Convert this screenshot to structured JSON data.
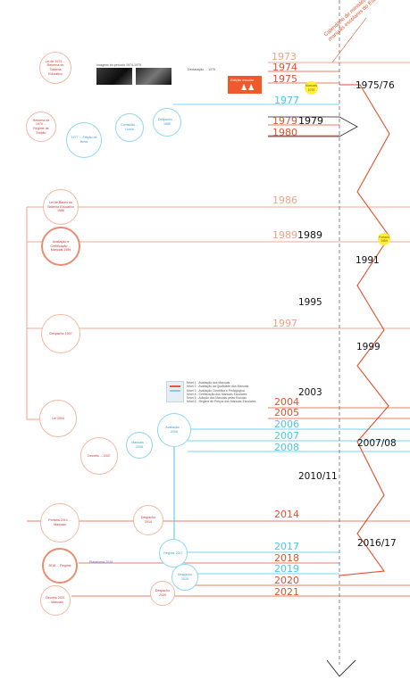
{
  "header": {
    "label": "Calendário de ministérios e edição de manuais escolares do Estado de Veiga"
  },
  "colors": {
    "orange": "#f0876a",
    "orange_dark": "#e2512c",
    "cyan": "#49c6ea",
    "black": "#111111",
    "yellow": "#ffee3a",
    "gray": "#888888"
  },
  "years": [
    {
      "key": "y1973",
      "text": "1973",
      "color": "orange_light"
    },
    {
      "key": "y1974",
      "text": "1974",
      "color": "orange_dark"
    },
    {
      "key": "y1975",
      "text": "1975",
      "color": "orange_dark"
    },
    {
      "key": "y1977",
      "text": "1977",
      "color": "cyan"
    },
    {
      "key": "y1979",
      "text": "1979",
      "color": "orange_dark"
    },
    {
      "key": "y1979b",
      "text": "1979",
      "color": "black"
    },
    {
      "key": "y1980",
      "text": "1980",
      "color": "orange_dark"
    },
    {
      "key": "y1986",
      "text": "1986",
      "color": "orange_light"
    },
    {
      "key": "y1989",
      "text": "1989",
      "color": "orange_light"
    },
    {
      "key": "y1989b",
      "text": "1989",
      "color": "black"
    },
    {
      "key": "y1997",
      "text": "1997",
      "color": "orange_light"
    },
    {
      "key": "y2004",
      "text": "2004",
      "color": "orange_dark"
    },
    {
      "key": "y2005",
      "text": "2005",
      "color": "orange_dark"
    },
    {
      "key": "y2006",
      "text": "2006",
      "color": "cyan"
    },
    {
      "key": "y2007",
      "text": "2007",
      "color": "cyan"
    },
    {
      "key": "y2008",
      "text": "2008",
      "color": "cyan"
    },
    {
      "key": "y2014",
      "text": "2014",
      "color": "orange_dark"
    },
    {
      "key": "y2017",
      "text": "2017",
      "color": "cyan"
    },
    {
      "key": "y2018",
      "text": "2018",
      "color": "orange_dark"
    },
    {
      "key": "y2019",
      "text": "2019",
      "color": "cyan"
    },
    {
      "key": "y2020",
      "text": "2020",
      "color": "orange_dark"
    },
    {
      "key": "y2021",
      "text": "2021",
      "color": "orange_dark"
    }
  ],
  "ministry_blocks": [
    {
      "key": "b1975_76",
      "text": "1975/76"
    },
    {
      "key": "b1991",
      "text": "1991"
    },
    {
      "key": "b1995",
      "text": "1995"
    },
    {
      "key": "b1999",
      "text": "1999"
    },
    {
      "key": "b2003",
      "text": "2003"
    },
    {
      "key": "b2007_08",
      "text": "2007/08"
    },
    {
      "key": "b2010_11",
      "text": "2010/11"
    },
    {
      "key": "b2016_17",
      "text": "2016/17"
    }
  ],
  "nodes": {
    "n1973": "Lei de 1973 ... Reforma do Sistema Educativo",
    "n1979": "Reforma de 1979 ... Regime de Edição",
    "n1977": "1977 ... Edição de livros",
    "n1980a": "Comissão ... Livros",
    "n1980b": "Despacho ... 1980",
    "n1986": "Lei de Bases do Sistema Educativo 1986",
    "n1989": "Avaliação e Certificação ... Manuais 1989",
    "n1997": "Despacho 1997",
    "n2004": "Lei 2004",
    "n2006": "Avaliação ... 2006",
    "n2007": "Decreto ... 2007",
    "n2008": "Manuais ... 2008",
    "n2014": "Portaria 2014 ... Manuais",
    "n2015": "Despacho 2014",
    "n2017": "Regime 2017",
    "n2017b": "Plataforma 2018",
    "n2019": "Despacho 2019",
    "n2020": "Despacho 2020",
    "n2021": "Decreto 2021 ... Manuais",
    "n2018": "2018 ... Regime"
  },
  "yellow_notes": {
    "a": "Manuais 1976",
    "b": "Portaria 1989"
  },
  "list_items": [
    "Nível 1 - Avaliação dos Manuais",
    "Nível 2 - Avaliação da Qualidade dos Manuais",
    "Nível 3 - Avaliação Científica e Pedagógica",
    "Nível 4 - Certificação dos Manuais Escolares",
    "Nível 5 - Adoção dos Manuais pelas Escolas",
    "Nível 6 - Regime de Preços dos Manuais Escolares"
  ],
  "photo_caption": "Imagens do período 1974-1975",
  "banner_text": "Edição escolar"
}
